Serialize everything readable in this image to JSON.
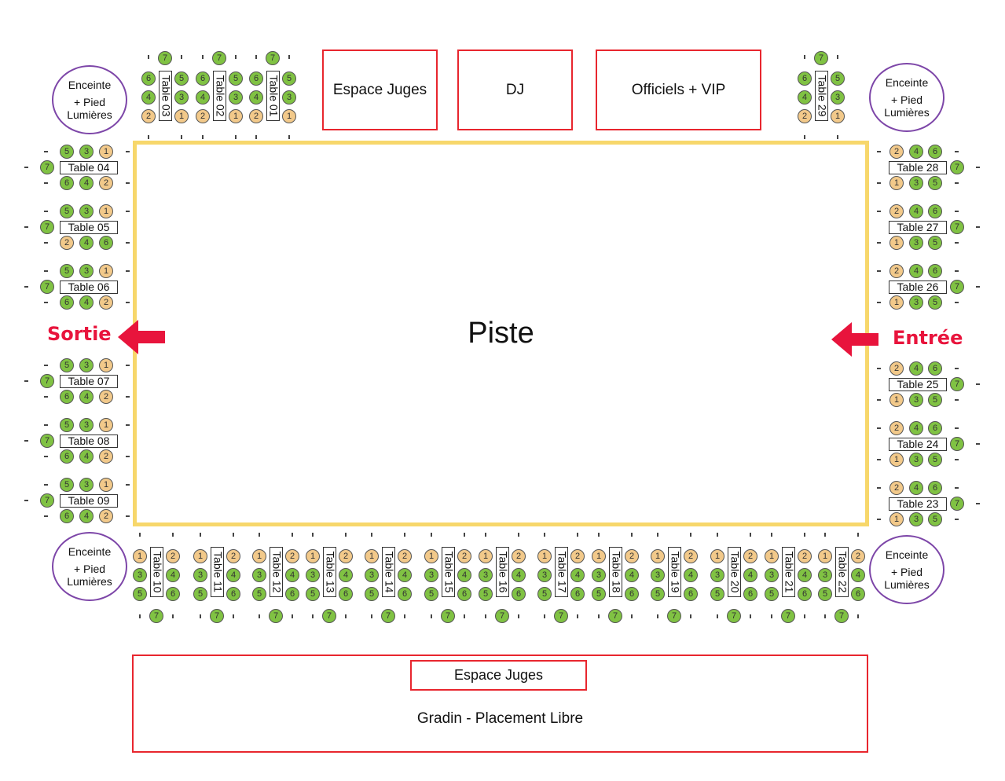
{
  "zones": {
    "espace_juges_top": "Espace Juges",
    "dj": "DJ",
    "officiels_vip": "Officiels + VIP",
    "espace_juges_bottom": "Espace Juges",
    "gradin": "Gradin - Placement Libre",
    "piste": "Piste"
  },
  "speaker": {
    "line1": "Enceinte",
    "line2": "+ Pied",
    "line3": "Lumières"
  },
  "exits": {
    "left": "Sortie",
    "right": "Entrée"
  },
  "colors": {
    "seat_green": "#80c243",
    "seat_tan": "#f2c98a",
    "stage_border": "#f7d76b",
    "zone_border": "#e8262e",
    "speaker_border": "#7d46a8",
    "arrow": "#e8143c"
  },
  "tables": {
    "top": [
      {
        "label": "Table 03",
        "left": [
          "6",
          "4",
          "2"
        ],
        "right": [
          "5",
          "3",
          "1"
        ],
        "end": "7"
      },
      {
        "label": "Table 02",
        "left": [
          "6",
          "4",
          "2"
        ],
        "right": [
          "5",
          "3",
          "1"
        ],
        "end": "7"
      },
      {
        "label": "Table 01",
        "left": [
          "6",
          "4",
          "2"
        ],
        "right": [
          "5",
          "3",
          "1"
        ],
        "end": "7"
      },
      {
        "label": "Table 29",
        "left": [
          "6",
          "4",
          "2"
        ],
        "right": [
          "5",
          "3",
          "1"
        ],
        "end": "7"
      }
    ],
    "left": [
      {
        "label": "Table 04",
        "top": [
          "5",
          "3",
          "1"
        ],
        "bottom": [
          "6",
          "4",
          "2"
        ],
        "end": "7"
      },
      {
        "label": "Table 05",
        "top": [
          "5",
          "3",
          "1"
        ],
        "bottom": [
          "2",
          "4",
          "6"
        ],
        "end": "7"
      },
      {
        "label": "Table 06",
        "top": [
          "5",
          "3",
          "1"
        ],
        "bottom": [
          "6",
          "4",
          "2"
        ],
        "end": "7"
      },
      {
        "label": "Table 07",
        "top": [
          "5",
          "3",
          "1"
        ],
        "bottom": [
          "6",
          "4",
          "2"
        ],
        "end": "7"
      },
      {
        "label": "Table 08",
        "top": [
          "5",
          "3",
          "1"
        ],
        "bottom": [
          "6",
          "4",
          "2"
        ],
        "end": "7"
      },
      {
        "label": "Table 09",
        "top": [
          "5",
          "3",
          "1"
        ],
        "bottom": [
          "6",
          "4",
          "2"
        ],
        "end": "7"
      }
    ],
    "right": [
      {
        "label": "Table 28",
        "top": [
          "2",
          "4",
          "6"
        ],
        "bottom": [
          "1",
          "3",
          "5"
        ],
        "end": "7"
      },
      {
        "label": "Table 27",
        "top": [
          "2",
          "4",
          "6"
        ],
        "bottom": [
          "1",
          "3",
          "5"
        ],
        "end": "7"
      },
      {
        "label": "Table 26",
        "top": [
          "2",
          "4",
          "6"
        ],
        "bottom": [
          "1",
          "3",
          "5"
        ],
        "end": "7"
      },
      {
        "label": "Table 25",
        "top": [
          "2",
          "4",
          "6"
        ],
        "bottom": [
          "1",
          "3",
          "5"
        ],
        "end": "7"
      },
      {
        "label": "Table 24",
        "top": [
          "2",
          "4",
          "6"
        ],
        "bottom": [
          "1",
          "3",
          "5"
        ],
        "end": "7"
      },
      {
        "label": "Table 23",
        "top": [
          "2",
          "4",
          "6"
        ],
        "bottom": [
          "1",
          "3",
          "5"
        ],
        "end": "7"
      }
    ],
    "bottom": [
      {
        "label": "Table 10",
        "left": [
          "1",
          "3",
          "5"
        ],
        "right": [
          "2",
          "4",
          "6"
        ],
        "end": "7"
      },
      {
        "label": "Table 11",
        "left": [
          "1",
          "3",
          "5"
        ],
        "right": [
          "2",
          "4",
          "6"
        ],
        "end": "7"
      },
      {
        "label": "Table 12",
        "left": [
          "1",
          "3",
          "5"
        ],
        "right": [
          "2",
          "4",
          "6"
        ],
        "end": "7"
      },
      {
        "label": "Table 13",
        "left": [
          "1",
          "3",
          "5"
        ],
        "right": [
          "2",
          "4",
          "6"
        ],
        "end": "7"
      },
      {
        "label": "Table 14",
        "left": [
          "1",
          "3",
          "5"
        ],
        "right": [
          "2",
          "4",
          "6"
        ],
        "end": "7"
      },
      {
        "label": "Table 15",
        "left": [
          "1",
          "3",
          "5"
        ],
        "right": [
          "2",
          "4",
          "6"
        ],
        "end": "7"
      },
      {
        "label": "Table 16",
        "left": [
          "1",
          "3",
          "5"
        ],
        "right": [
          "2",
          "4",
          "6"
        ],
        "end": "7"
      },
      {
        "label": "Table 17",
        "left": [
          "1",
          "3",
          "5"
        ],
        "right": [
          "2",
          "4",
          "6"
        ],
        "end": "7"
      },
      {
        "label": "Table 18",
        "left": [
          "1",
          "3",
          "5"
        ],
        "right": [
          "2",
          "4",
          "6"
        ],
        "end": "7"
      },
      {
        "label": "Table 19",
        "left": [
          "1",
          "3",
          "5"
        ],
        "right": [
          "2",
          "4",
          "6"
        ],
        "end": "7"
      },
      {
        "label": "Table 20",
        "left": [
          "1",
          "3",
          "5"
        ],
        "right": [
          "2",
          "4",
          "6"
        ],
        "end": "7"
      },
      {
        "label": "Table 21",
        "left": [
          "1",
          "3",
          "5"
        ],
        "right": [
          "2",
          "4",
          "6"
        ],
        "end": "7"
      },
      {
        "label": "Table 22",
        "left": [
          "1",
          "3",
          "5"
        ],
        "right": [
          "2",
          "4",
          "6"
        ],
        "end": "7"
      }
    ]
  }
}
